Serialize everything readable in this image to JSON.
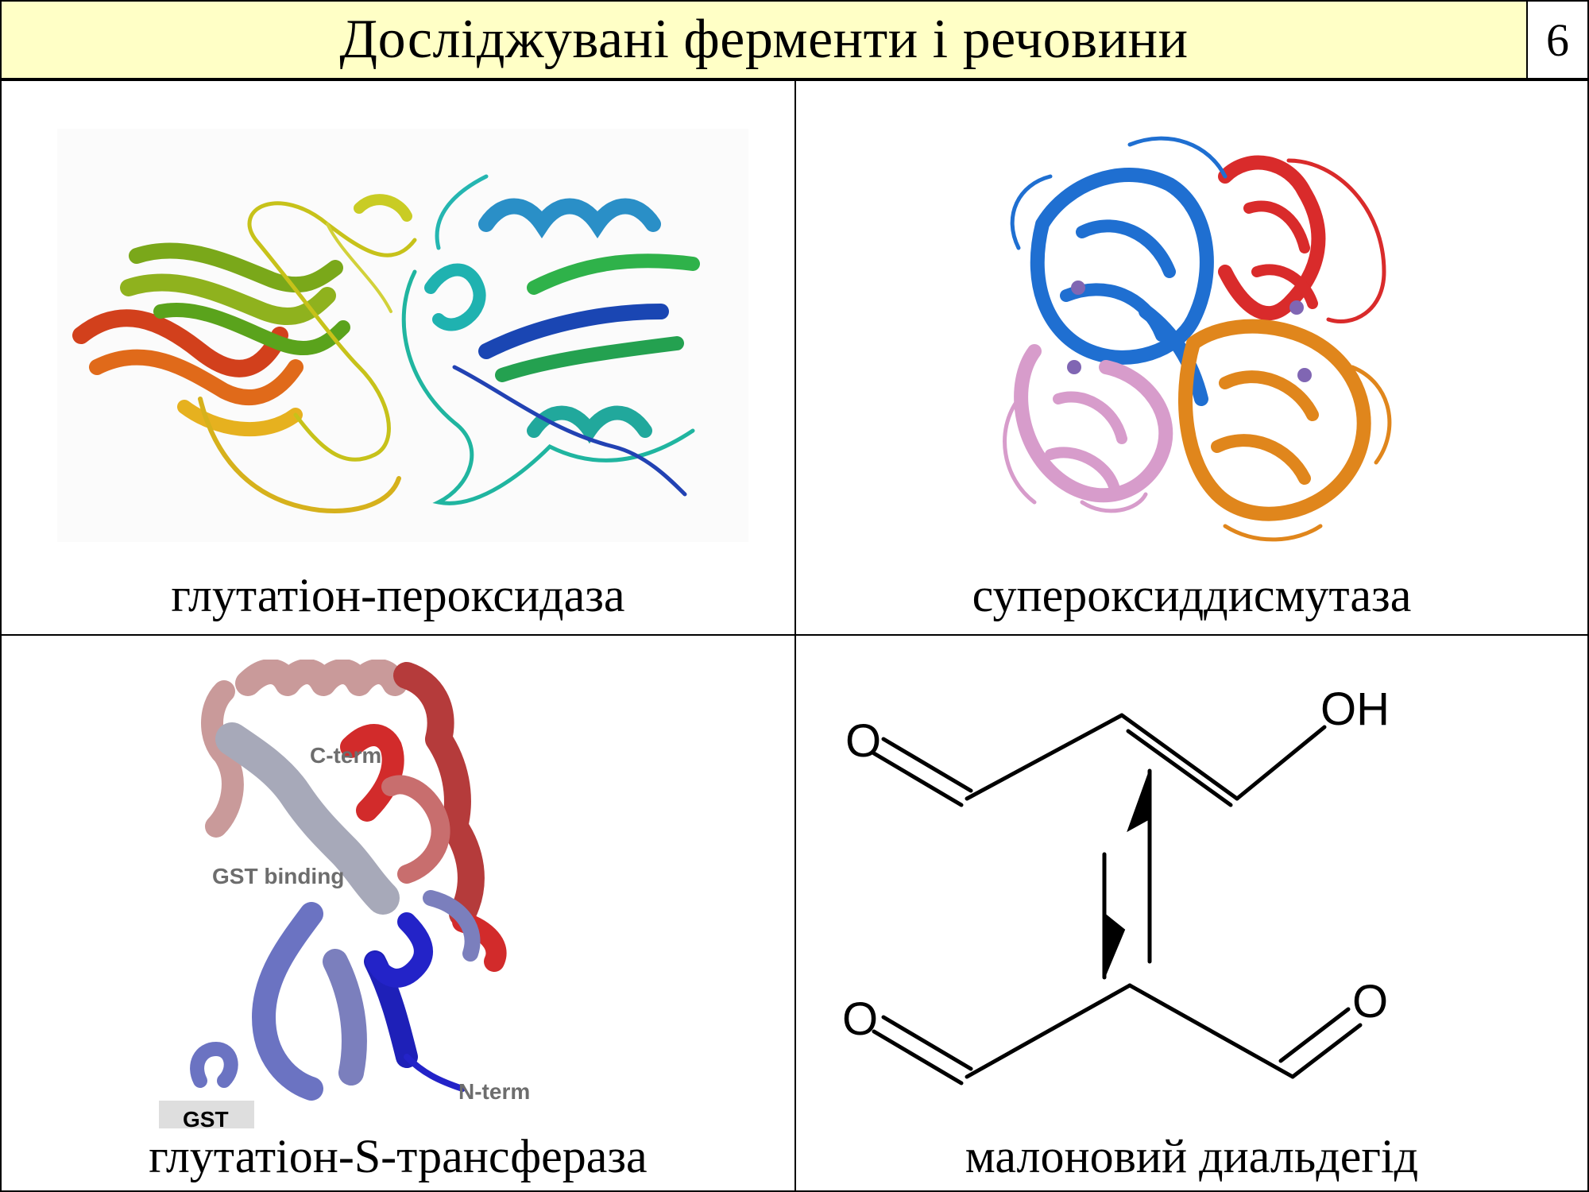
{
  "slide": {
    "title": "Досліджувані ферменти і речовини",
    "page_number": "6"
  },
  "panels": [
    {
      "caption": "глутатіон-пероксидаза"
    },
    {
      "caption": "супероксиддисмутаза"
    },
    {
      "caption": "глутатіон-S-трансфераза",
      "labels": {
        "c_term": "C-term",
        "gst_binding": "GST binding",
        "n_term": "N-term",
        "gst_tag": "GST"
      }
    },
    {
      "caption": "малоновий диальдегід",
      "atoms": {
        "o_left_top": "O",
        "oh": "OH",
        "o_left_bottom": "O",
        "o_right_bottom": "O"
      }
    }
  ],
  "colors": {
    "title_background": "#ffffc6",
    "sod_blue": "#1f6fd1",
    "sod_red": "#d92b2b",
    "sod_orange": "#e0861c",
    "sod_pink": "#d79ccb"
  }
}
